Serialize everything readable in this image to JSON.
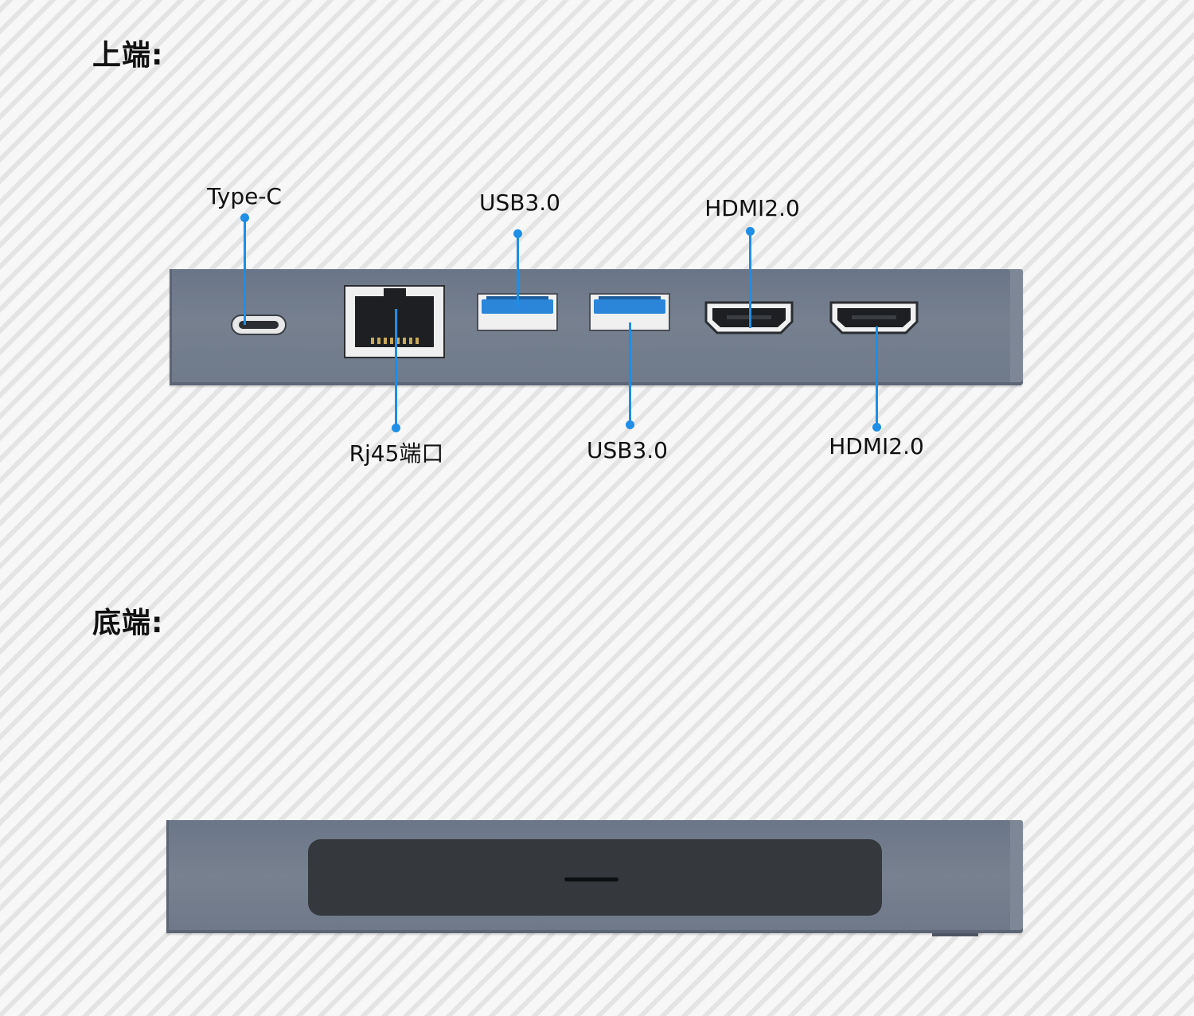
{
  "sections": {
    "top_title": "上端:",
    "bottom_title": "底端:"
  },
  "top_ports": {
    "type_c": "Type-C",
    "rj45": "Rj45端口",
    "usb_1": "USB3.0",
    "usb_2": "USB3.0",
    "hdmi_1": "HDMI2.0",
    "hdmi_2": "HDMI2.0"
  },
  "colors": {
    "callout": "#1e8ee6",
    "device_body": "#727c8b",
    "usb_insert": "#2b86da",
    "bottom_panel": "#35383c"
  }
}
